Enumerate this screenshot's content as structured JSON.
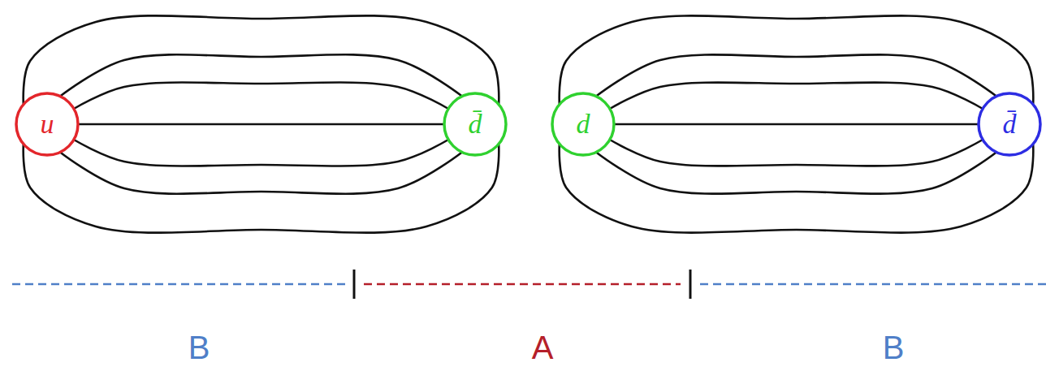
{
  "diagram": {
    "nodes": [
      {
        "text": [
          "u"
        ]
      },
      {
        "text": [
          "d̄"
        ]
      },
      {
        "text": [
          "d"
        ]
      },
      {
        "text": [
          "d̄"
        ]
      }
    ],
    "edges": [
      {
        "from": 0,
        "to": 1,
        "arrow": "none"
      },
      {
        "from": 0,
        "to": 1,
        "arrow": "none"
      },
      {
        "from": 0,
        "to": 1,
        "arrow": "none"
      },
      {
        "from": 0,
        "to": 1,
        "arrow": "none"
      },
      {
        "from": 0,
        "to": 1,
        "arrow": "none"
      },
      {
        "from": 0,
        "to": 1,
        "arrow": "none"
      },
      {
        "from": 0,
        "to": 1,
        "arrow": "none"
      },
      {
        "from": 2,
        "to": 3,
        "arrow": "none"
      },
      {
        "from": 2,
        "to": 3,
        "arrow": "none"
      },
      {
        "from": 2,
        "to": 3,
        "arrow": "none"
      },
      {
        "from": 2,
        "to": 3,
        "arrow": "none"
      },
      {
        "from": 2,
        "to": 3,
        "arrow": "none"
      },
      {
        "from": 2,
        "to": 3,
        "arrow": "none"
      },
      {
        "from": 2,
        "to": 3,
        "arrow": "none"
      }
    ],
    "labels": [
      "B",
      "A",
      "B"
    ]
  }
}
